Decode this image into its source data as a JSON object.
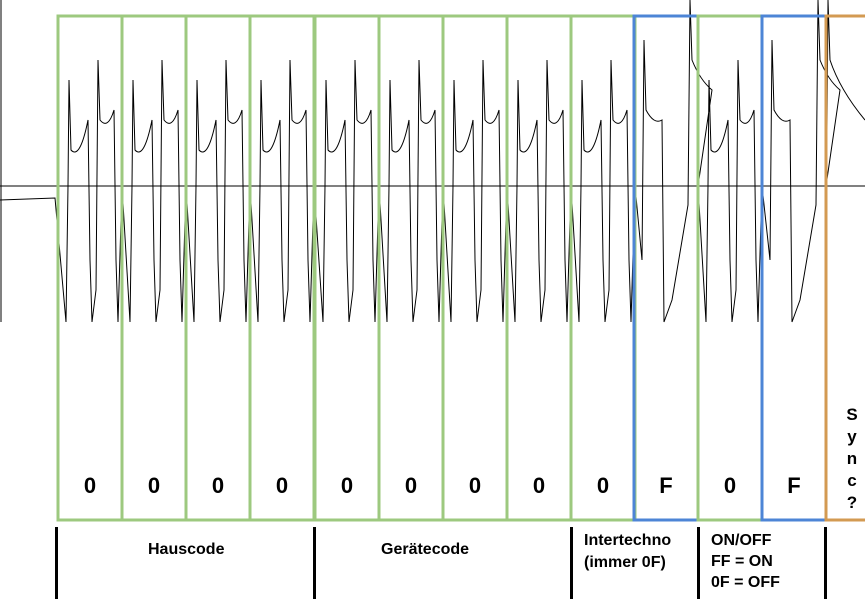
{
  "bits": [
    "0",
    "0",
    "0",
    "0",
    "0",
    "0",
    "0",
    "0",
    "0",
    "F",
    "0",
    "F"
  ],
  "sync_chars": [
    "S",
    "y",
    "n",
    "c",
    "?"
  ],
  "groups": {
    "hauscode": "Hauscode",
    "geraetecode": "Gerätecode",
    "intertechno": "Intertechno\n(immer 0F)",
    "onoff": "ON/OFF\nFF = ON\n0F = OFF"
  },
  "colors": {
    "green": "#9dc97f",
    "blue": "#4d85d6",
    "orange": "#d39a52",
    "waveform": "#000000"
  }
}
